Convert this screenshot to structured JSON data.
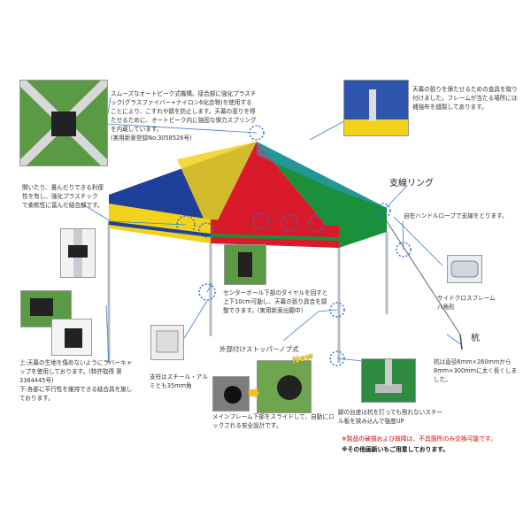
{
  "callouts": {
    "top_peak": "スムーズなオートピーク式機構。接合部に強化プラスチック(グラスファイバー+ナイロン6化合物)を使用することにより、こすれや錆を防止します。天幕の張りを得たせるために、オートピーク内に強固な弾力スプリングを内蔵しています。\n(実用新案登録No.3058526号)",
    "top_right": "天幕の張りを保たせるための金具を取り付けました。フレームが当たる場所には補強布を縫製してあります。",
    "left_fold": "開いたり、畳んだりできる利便性を有し、強化プラスチックで柔軟性に富んだ結合部です。",
    "guy_ring_title": "支線リング",
    "guy_ring_desc": "自在ハンドルロープで支線をとります。",
    "side_cross": "サイドクロスフレーム\n八角形",
    "stake_title": "杭",
    "stake_desc": "杭は直径6mm×260mmから8mm×300mmに太く長くしました。",
    "center_pole": "センターポール下部のダイヤルを回すと上下10cm可動し、天幕の張り具合を調整できます。(実用新案出願中)",
    "left_bottom": "上:天幕の生地を傷めないようにラバーキャップを使用しております。(特許取得 第3384445号)\n下:各部に平行性を維持できる結合具を施しております。",
    "pillar": "支柱はスチール・アルミとも35mm角",
    "stopper_title": "外部付けストッパーノブ式",
    "stopper_badge": "New",
    "main_frame": "メインフレーム下部をスライドして、自動にロックされる安全設計です。",
    "foot": "脚の台座は杭を打っても割れないスチール板を挟み込んで強度UP"
  },
  "notes": {
    "line1": "※製品の破損および故障は、不具箇所のみ交換可能です。",
    "line2": "※その他画鋲いもご用意しております。"
  },
  "colors": {
    "canopy_blue": "#1f3f9a",
    "canopy_red": "#d91a2a",
    "canopy_green": "#1a8f3c",
    "canopy_yellow": "#f2d21b",
    "accent": "#2a6fd6",
    "note_red": "#d00000"
  }
}
